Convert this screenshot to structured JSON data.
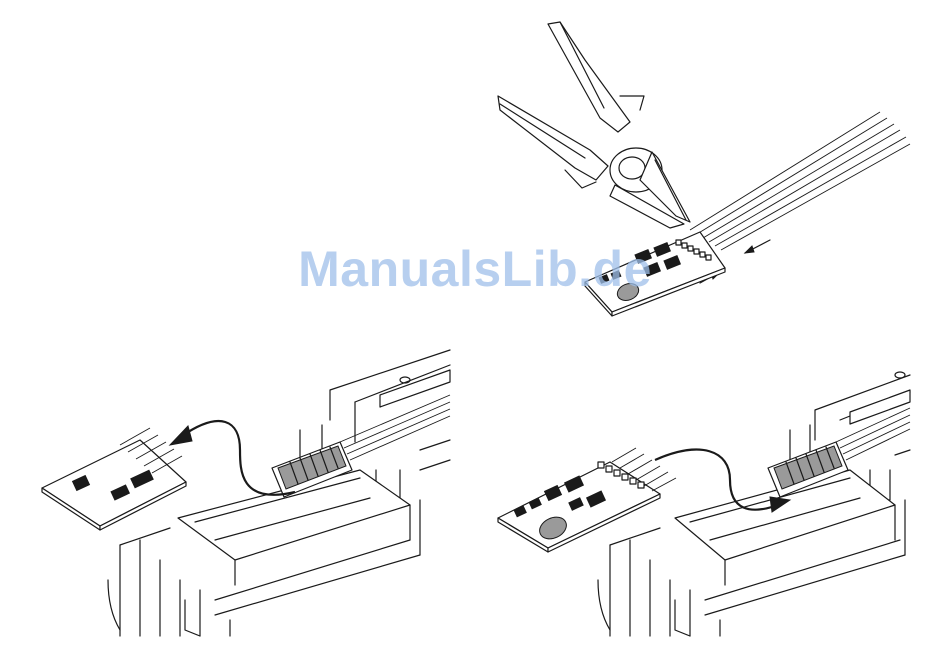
{
  "watermark": "ManualsLib.de",
  "illustrations": [
    {
      "id": "cutting-wires",
      "icon": "side-cutter-pliers"
    },
    {
      "id": "remove-old-decoder",
      "icon": "curved-arrow-out"
    },
    {
      "id": "insert-new-decoder",
      "icon": "curved-arrow-in"
    }
  ],
  "colors": {
    "line": "#1a1a1a",
    "component": "#9a9a9a",
    "watermark": "#9fc0ea"
  }
}
